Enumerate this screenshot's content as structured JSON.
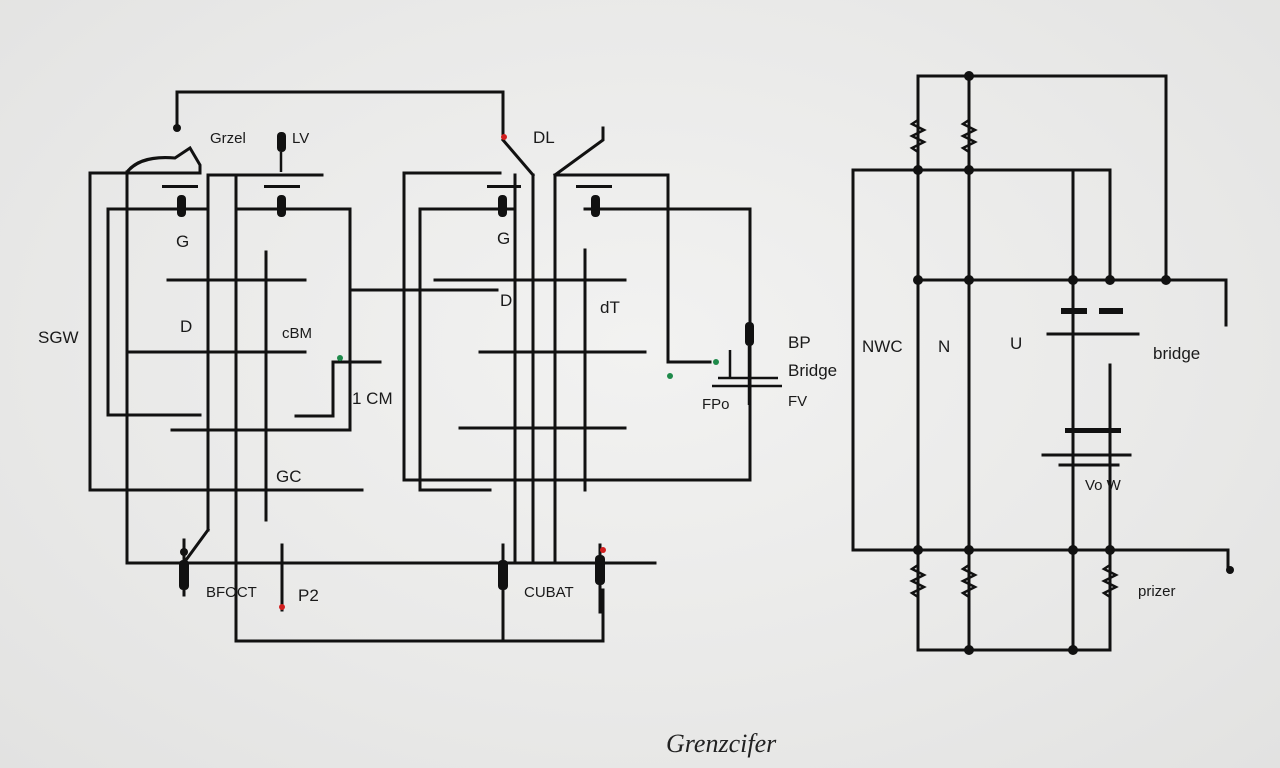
{
  "labels": {
    "top_left": "Grzel",
    "top_left_2": "LV",
    "top_mid": "DL",
    "sgw": "SGW",
    "left_g1": "G",
    "left_d": "D",
    "mid_cbm": "cBM",
    "mid_1cm": "1 CM",
    "left_gc": "GC",
    "bottom_bfoct": "BFOCT",
    "bottom_p2": "P2",
    "r_g2": "G",
    "r_d2": "D",
    "r_dt": "dT",
    "bottom_cuat": "CUBAT",
    "bp": "BP",
    "bridge_left": "Bridge",
    "fpo": "FPo",
    "fv": "FV",
    "nwc": "NWC",
    "n": "N",
    "u": "U",
    "bridge_right": "bridge",
    "vcw": "Vo   W",
    "prizer": "prizer",
    "title": "Grenzcifer"
  },
  "colors": {
    "wire": "#111111",
    "marker_red": "#d21f1f",
    "marker_green": "#1f8a4a",
    "background": "#ebebea"
  }
}
